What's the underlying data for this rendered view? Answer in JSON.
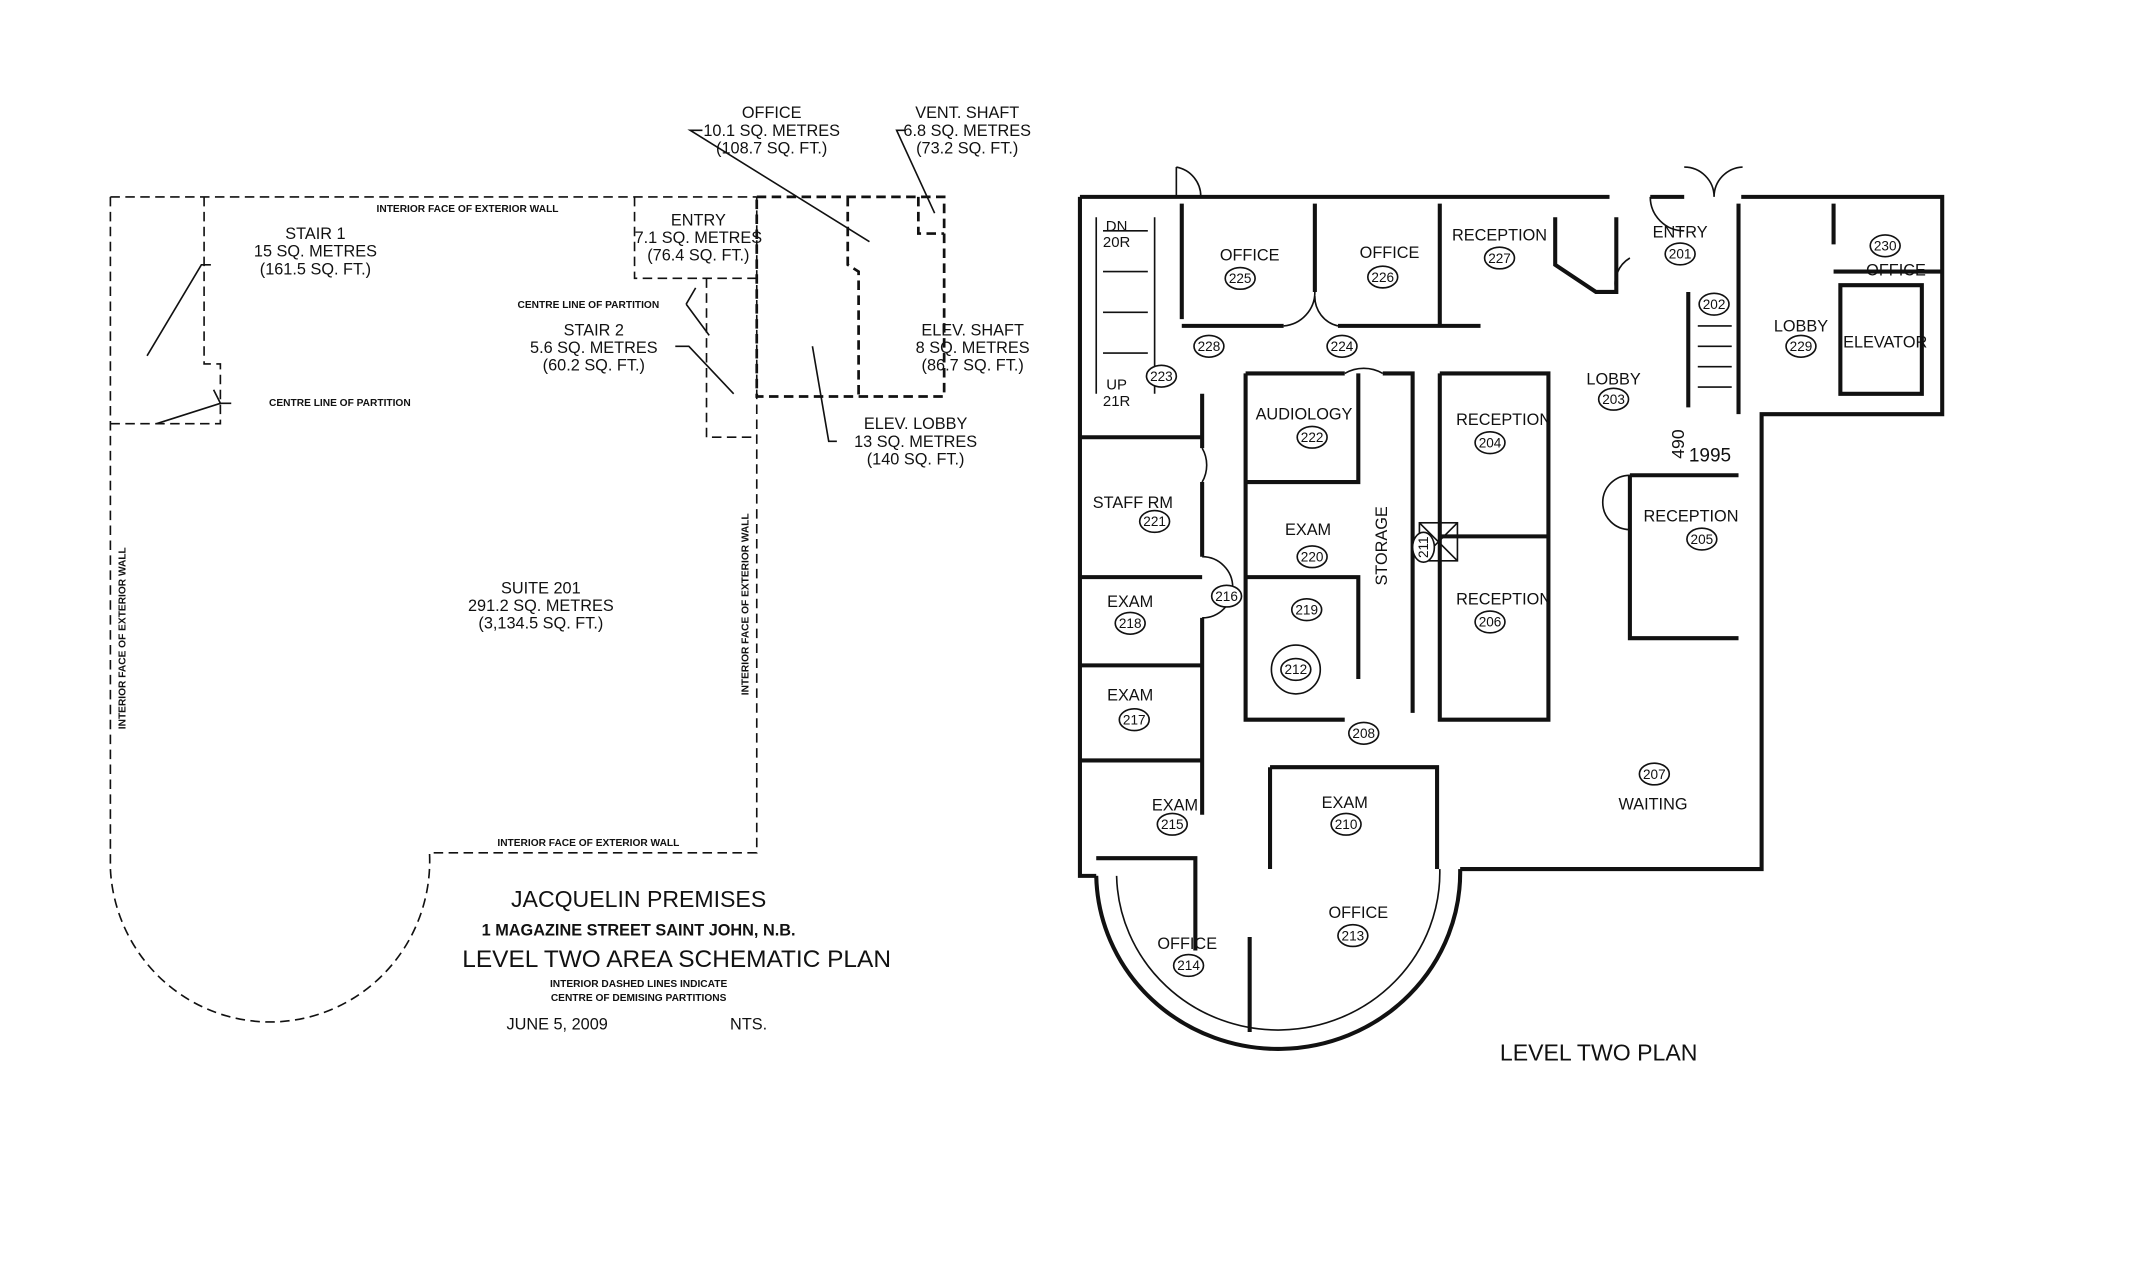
{
  "left_plan": {
    "callouts": [
      {
        "name": "OFFICE",
        "area_m": "10.1 SQ. METRES",
        "area_ft": "(108.7 SQ. FT.)"
      },
      {
        "name": "VENT. SHAFT",
        "area_m": "6.8 SQ. METRES",
        "area_ft": "(73.2 SQ. FT.)"
      },
      {
        "name": "STAIR 1",
        "area_m": "15 SQ. METRES",
        "area_ft": "(161.5 SQ. FT.)"
      },
      {
        "name": "ENTRY",
        "area_m": "7.1 SQ. METRES",
        "area_ft": "(76.4 SQ. FT.)"
      },
      {
        "name": "STAIR 2",
        "area_m": "5.6 SQ. METRES",
        "area_ft": "(60.2 SQ. FT.)"
      },
      {
        "name": "ELEV. SHAFT",
        "area_m": "8 SQ. METRES",
        "area_ft": "(86.7 SQ. FT.)"
      },
      {
        "name": "ELEV. LOBBY",
        "area_m": "13 SQ. METRES",
        "area_ft": "(140 SQ. FT.)"
      },
      {
        "name": "SUITE 201",
        "area_m": "291.2 SQ. METRES",
        "area_ft": "(3,134.5 SQ. FT.)"
      }
    ],
    "notes": {
      "wall_top": "INTERIOR FACE OF EXTERIOR WALL",
      "wall_left": "INTERIOR FACE OF EXTERIOR WALL",
      "wall_right": "INTERIOR FACE OF EXTERIOR WALL",
      "wall_bottom": "INTERIOR FACE OF EXTERIOR WALL",
      "partition_1": "CENTRE LINE OF PARTITION",
      "partition_2": "CENTRE LINE OF PARTITION"
    },
    "title_block": {
      "project": "JACQUELIN PREMISES",
      "address": "1 MAGAZINE STREET SAINT JOHN, N.B.",
      "title": "LEVEL TWO AREA SCHEMATIC PLAN",
      "note_line1": "INTERIOR DASHED LINES INDICATE",
      "note_line2": "CENTRE OF DEMISING PARTITIONS",
      "date": "JUNE 5, 2009",
      "scale": "NTS."
    }
  },
  "right_plan": {
    "title": "LEVEL TWO PLAN",
    "rooms": [
      {
        "name": "OFFICE",
        "number": "225"
      },
      {
        "name": "OFFICE",
        "number": "226"
      },
      {
        "name": "RECEPTION",
        "number": "227"
      },
      {
        "name": "ENTRY",
        "number": "201"
      },
      {
        "name": "",
        "number": "202"
      },
      {
        "name": "LOBBY",
        "number": "203"
      },
      {
        "name": "OFFICE",
        "number": "230"
      },
      {
        "name": "LOBBY",
        "number": "229"
      },
      {
        "name": "ELEVATOR",
        "number": ""
      },
      {
        "name": "",
        "number": "228"
      },
      {
        "name": "",
        "number": "224"
      },
      {
        "name": "",
        "number": "223"
      },
      {
        "name": "AUDIOLOGY",
        "number": "222"
      },
      {
        "name": "RECEPTION",
        "number": "204"
      },
      {
        "name": "STORAGE",
        "number": "211"
      },
      {
        "name": "RECEPTION",
        "number": "205"
      },
      {
        "name": "STAFF RM",
        "number": "221"
      },
      {
        "name": "EXAM",
        "number": "220"
      },
      {
        "name": "",
        "number": "216"
      },
      {
        "name": "",
        "number": "219"
      },
      {
        "name": "EXAM",
        "number": "218"
      },
      {
        "name": "RECEPTION",
        "number": "206"
      },
      {
        "name": "",
        "number": "212"
      },
      {
        "name": "EXAM",
        "number": "217"
      },
      {
        "name": "",
        "number": "208"
      },
      {
        "name": "WAITING",
        "number": "207"
      },
      {
        "name": "EXAM",
        "number": "215"
      },
      {
        "name": "EXAM",
        "number": "210"
      },
      {
        "name": "OFFICE",
        "number": "213"
      },
      {
        "name": "OFFICE",
        "number": "214"
      }
    ],
    "stair_labels": {
      "down": "DN",
      "down_risers": "20R",
      "up": "UP",
      "up_risers": "21R"
    },
    "dimensions": {
      "vertical": "490",
      "horizontal": "1995"
    }
  }
}
